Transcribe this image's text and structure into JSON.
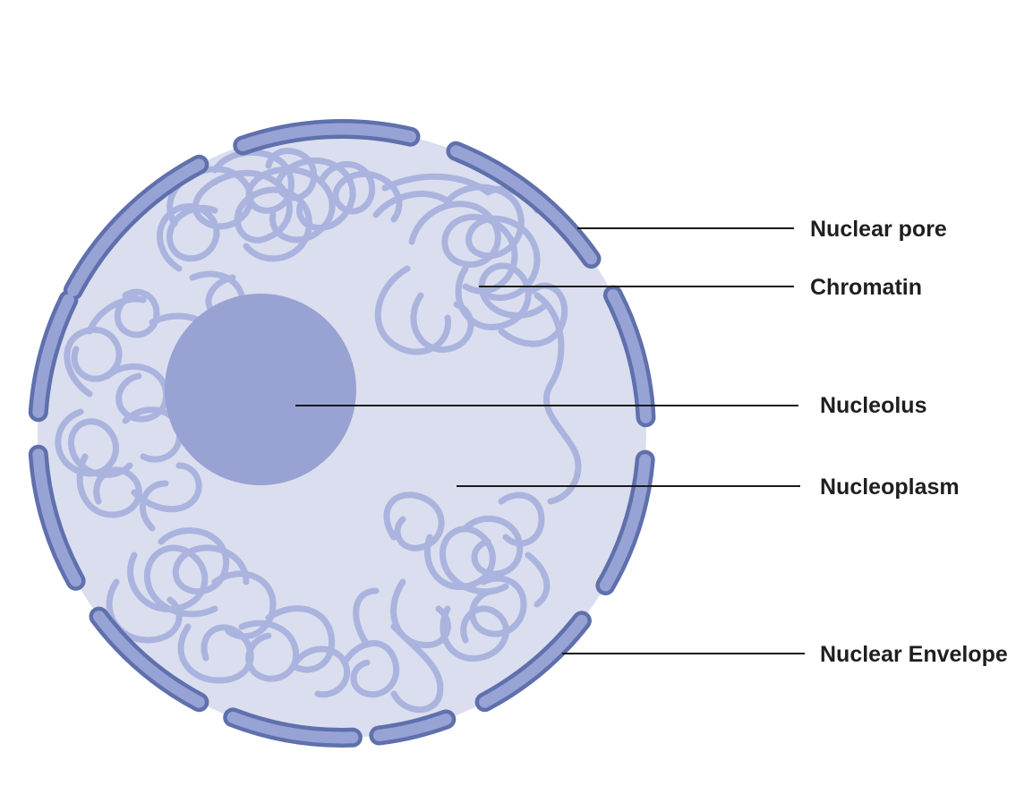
{
  "labels": {
    "nuclear_pore": "Nuclear pore",
    "chromatin": "Chromatin",
    "nucleolus": "Nucleolus",
    "nucleoplasm": "Nucleoplasm",
    "nuclear_envelope": "Nuclear Envelope"
  },
  "colors": {
    "nucleoplasm": "#dadeee",
    "envelope_border": "#5f70ad",
    "envelope_fill": "#97a3d4",
    "chromatin": "#aab4de",
    "nucleolus": "#98a2d3",
    "label_text": "#1f1f1f"
  }
}
